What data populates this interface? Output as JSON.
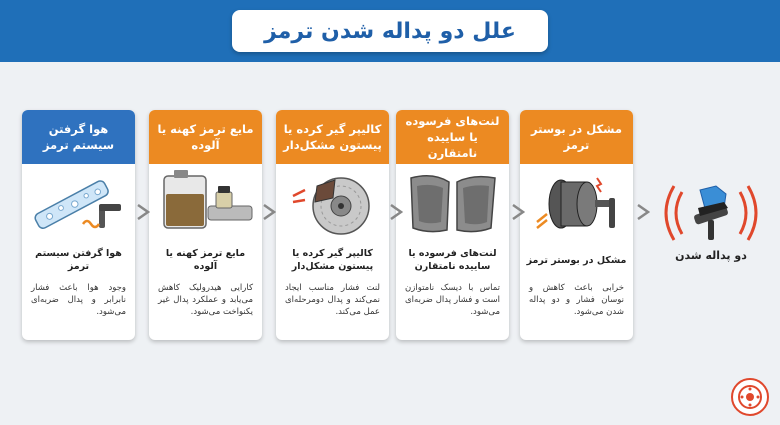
{
  "title": "علل دو پداله شدن ترمز",
  "cards": [
    {
      "header": "مشکل در بوستر ترمز",
      "subtitle": "مشکل در بوستر ترمز",
      "description": "خرابی باعث کاهش و نوسان فشار و دو پداله شدن می‌شود.",
      "icon": "brake-booster-icon",
      "header_color": "#ec8a22"
    },
    {
      "header": "لنت‌های فرسوده یا ساییده نامتقارن",
      "subtitle": "لنت‌های فرسوده یا ساییده نامتقارن",
      "description": "تماس با دیسک نامتوازن است و فشار پدال ضربه‌ای می‌شود.",
      "icon": "brake-pads-icon",
      "header_color": "#ec8a22"
    },
    {
      "header": "کالیپر گیر کرده یا پیستون مشکل‌دار",
      "subtitle": "کالیپر گیر کرده یا پیستون مشکل‌دار",
      "description": "لنت فشار مناسب ایجاد نمی‌کند و پدال دومرحله‌ای عمل می‌کند.",
      "icon": "brake-caliper-icon",
      "header_color": "#ec8a22"
    },
    {
      "header": "مایع ترمز کهنه یا آلوده",
      "subtitle": "مایع ترمز کهنه یا آلوده",
      "description": "کارایی هیدرولیک کاهش می‌یابد و عملکرد پدال غیر یکنواخت می‌شود.",
      "icon": "brake-fluid-icon",
      "header_color": "#ec8a22"
    },
    {
      "header": "هوا گرفتن سیستم ترمز",
      "subtitle": "هوا گرفتن سیستم ترمز",
      "description": "وجود هوا باعث فشار نابرابر و پدال ضربه‌ای می‌شود.",
      "icon": "brake-line-air-icon",
      "header_color": "#2f72bf"
    }
  ],
  "outcome": {
    "label": "دو پداله شدن",
    "icon": "brake-pedal-icon"
  },
  "colors": {
    "blue": "#1f6fb8",
    "orange": "#ec8a22",
    "red": "#e0482c"
  }
}
